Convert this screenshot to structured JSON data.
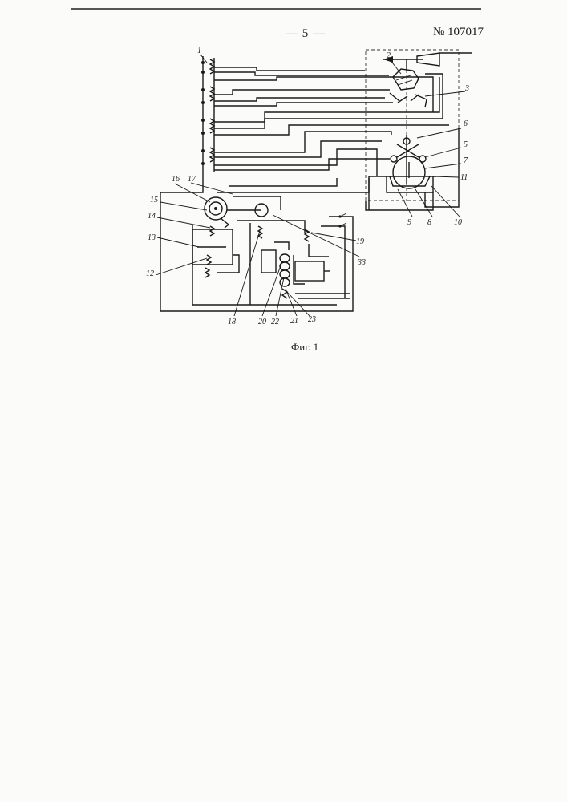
{
  "header": {
    "page_number": "— 5 —",
    "patent_number": "№ 107017"
  },
  "figure": {
    "caption": "Фиг. 1",
    "labels": {
      "l1": "1",
      "l2": "2",
      "l3": "3",
      "l5": "5",
      "l6": "6",
      "l7": "7",
      "l8": "8",
      "l9": "9",
      "l10": "10",
      "l11": "11",
      "l12": "12",
      "l13": "13",
      "l14": "14",
      "l15": "15",
      "l16": "16",
      "l17": "17",
      "l18": "18",
      "l19": "19",
      "l20": "20",
      "l21": "21",
      "l22": "22",
      "l23": "23",
      "l33": "33"
    }
  }
}
